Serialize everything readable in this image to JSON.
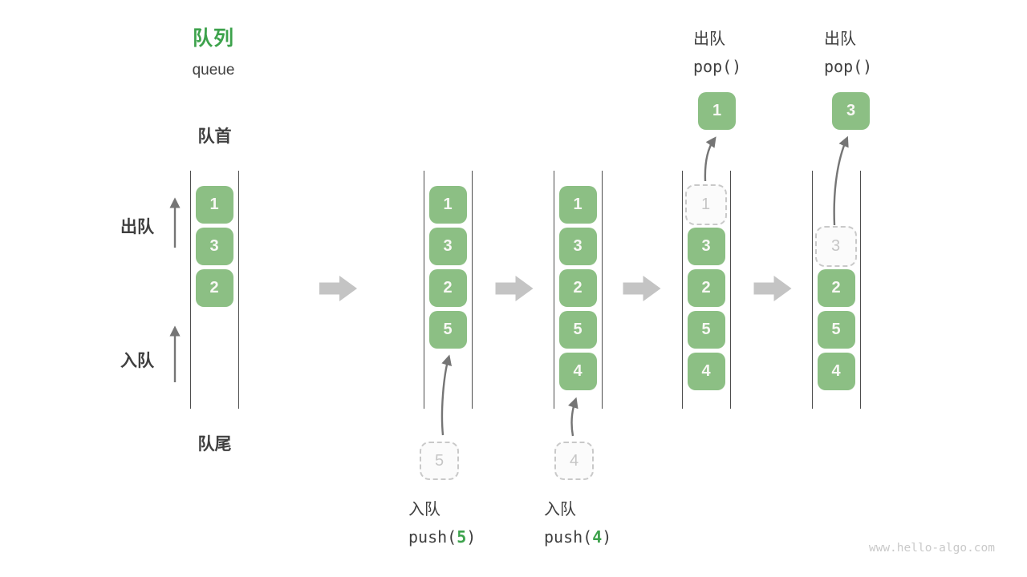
{
  "title": {
    "zh": "队列",
    "en": "queue"
  },
  "side_labels": {
    "front": "队首",
    "rear": "队尾",
    "dequeue": "出队",
    "enqueue": "入队"
  },
  "states": [
    {
      "stack": [
        "1",
        "3",
        "2"
      ]
    },
    {
      "stack": [
        "1",
        "3",
        "2",
        "5"
      ],
      "incoming": "5",
      "op": {
        "label": "入队",
        "fn": "push(",
        "arg": "5",
        "close": ")"
      }
    },
    {
      "stack": [
        "1",
        "3",
        "2",
        "5",
        "4"
      ],
      "incoming": "4",
      "op": {
        "label": "入队",
        "fn": "push(",
        "arg": "4",
        "close": ")"
      }
    },
    {
      "stack": [
        "3",
        "2",
        "5",
        "4"
      ],
      "ghost": "1",
      "popped": "1",
      "op": {
        "label": "出队",
        "code": "pop()"
      }
    },
    {
      "stack": [
        "2",
        "5",
        "4"
      ],
      "ghost": "3",
      "popped": "3",
      "op": {
        "label": "出队",
        "code": "pop()"
      }
    }
  ],
  "watermark": "www.hello-algo.com",
  "colors": {
    "accent_green": "#3da24c",
    "box_green": "#8cbf84",
    "rail_line": "#4d4d4d",
    "thin_arrow": "#757575",
    "block_arrow": "#c4c4c4",
    "dashed_border": "#c9c9c9"
  }
}
